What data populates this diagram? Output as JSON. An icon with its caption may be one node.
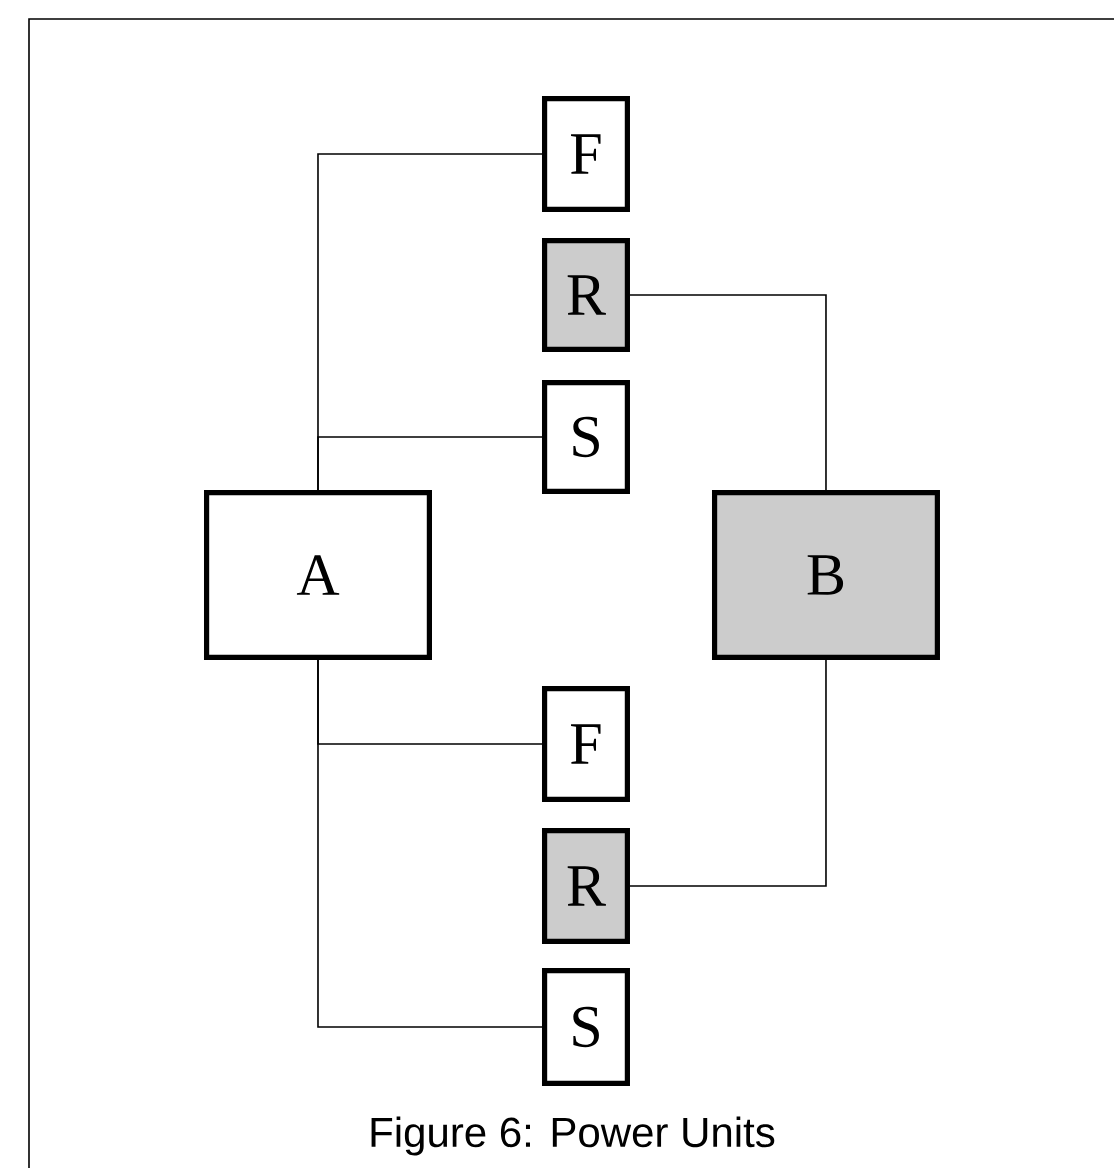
{
  "diagram": {
    "caption": "Figure 6: Power Units",
    "nodes": [
      {
        "text": [
          "F"
        ]
      },
      {
        "text": [
          "R"
        ]
      },
      {
        "text": [
          "S"
        ]
      },
      {
        "text": [
          "A"
        ]
      },
      {
        "text": [
          "B"
        ]
      },
      {
        "text": [
          "F"
        ]
      },
      {
        "text": [
          "R"
        ]
      },
      {
        "text": [
          "S"
        ]
      }
    ],
    "edges": [
      {
        "from": 3,
        "to": 0,
        "arrow": "none"
      },
      {
        "from": 4,
        "to": 1,
        "arrow": "none"
      },
      {
        "from": 3,
        "to": 2,
        "arrow": "none"
      },
      {
        "from": 3,
        "to": 5,
        "arrow": "none"
      },
      {
        "from": 4,
        "to": 6,
        "arrow": "none"
      },
      {
        "from": 3,
        "to": 7,
        "arrow": "none"
      }
    ]
  }
}
